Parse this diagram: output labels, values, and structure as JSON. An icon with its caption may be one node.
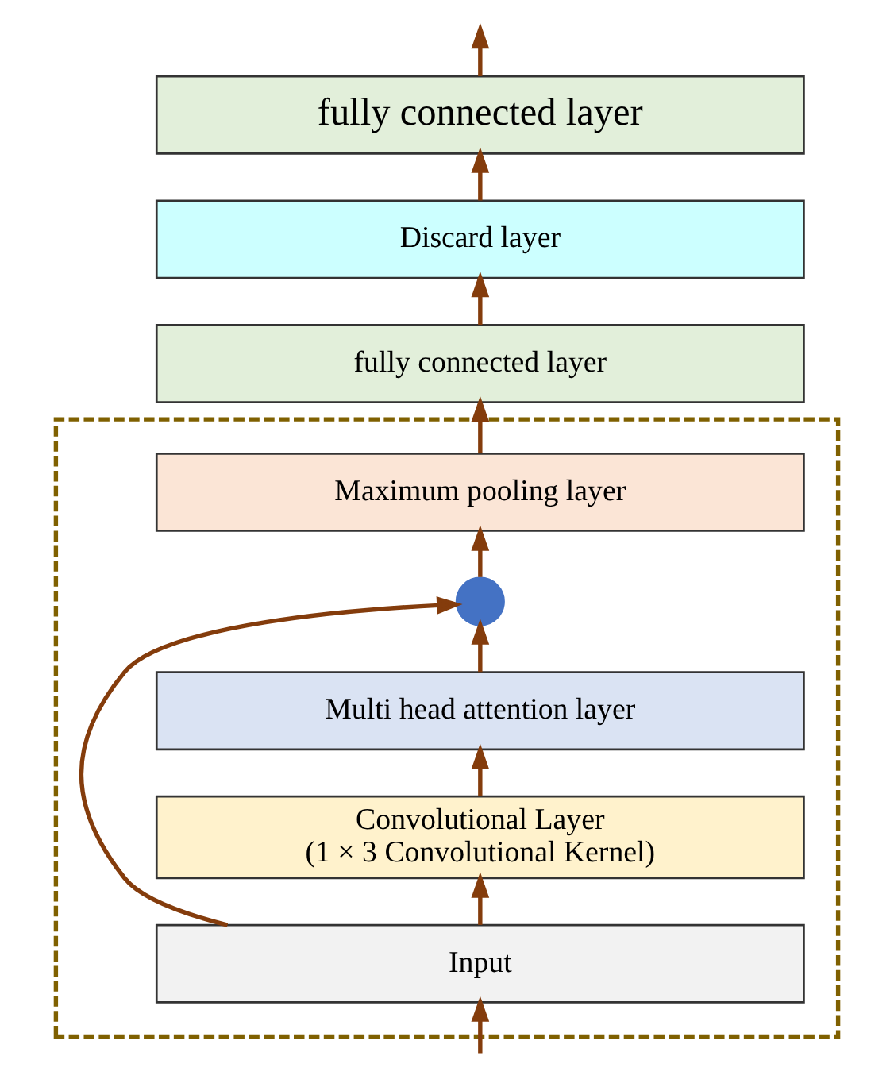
{
  "diagram": {
    "nodes": [
      {
        "text": [
          "fully connected layer"
        ]
      },
      {
        "text": [
          "Discard layer"
        ]
      },
      {
        "text": [
          "fully connected layer"
        ]
      },
      {
        "text": [],
        "shape": "box"
      },
      {
        "text": [
          "Maximum pooling layer"
        ],
        "in": 3
      },
      {
        "text": [],
        "shape": "circle",
        "in": 3
      },
      {
        "text": [
          "Multi head attention layer"
        ],
        "in": 3
      },
      {
        "text": [
          "Convolutional Layer",
          "(1 × 3 Convolutional Kernel)"
        ],
        "in": 3
      },
      {
        "text": [
          "Input"
        ],
        "in": 3
      }
    ],
    "edges": [
      {
        "from": null,
        "to": 8,
        "arrow": "to"
      },
      {
        "from": 8,
        "to": 7,
        "arrow": "to"
      },
      {
        "from": 8,
        "to": 5,
        "arrow": "to"
      },
      {
        "from": 7,
        "to": 6,
        "arrow": "to"
      },
      {
        "from": 6,
        "to": 5,
        "arrow": "to"
      },
      {
        "from": 5,
        "to": 4,
        "arrow": "to"
      },
      {
        "from": 4,
        "to": 2,
        "arrow": "to"
      },
      {
        "from": 2,
        "to": 1,
        "arrow": "to"
      },
      {
        "from": 1,
        "to": 0,
        "arrow": "to"
      },
      {
        "from": 0,
        "to": null,
        "arrow": "to"
      }
    ]
  }
}
